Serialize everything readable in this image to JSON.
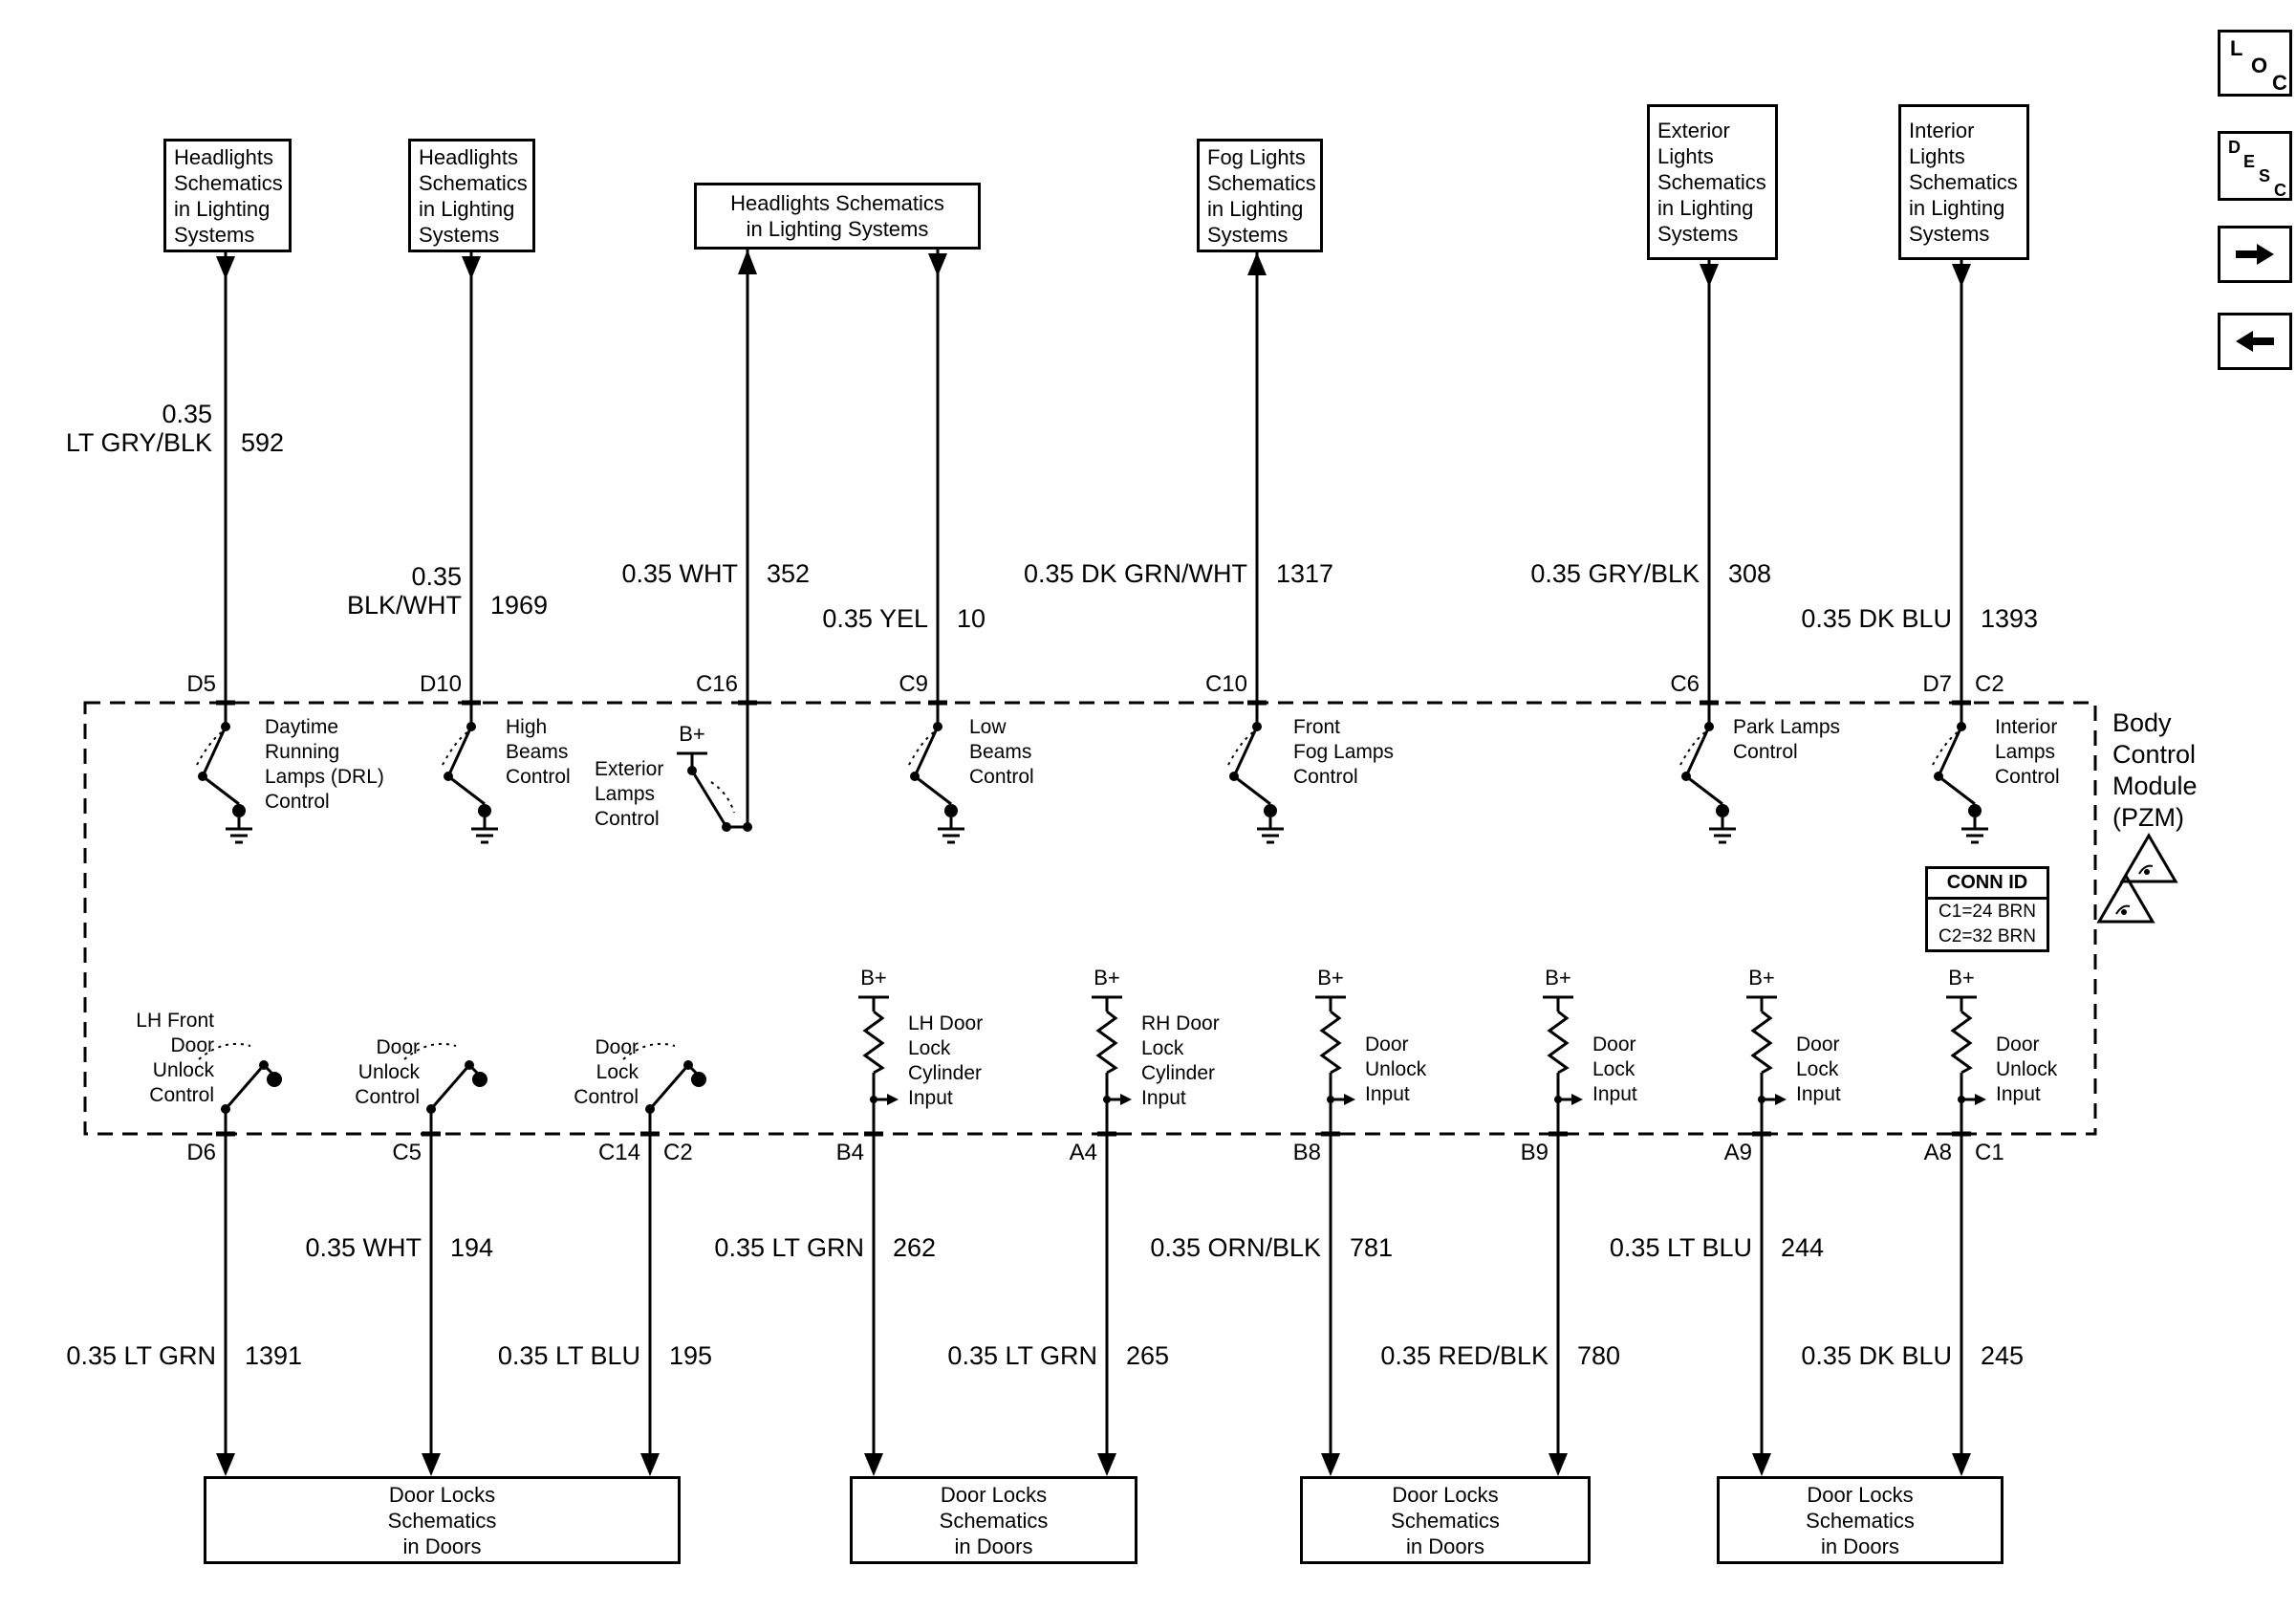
{
  "colors": {
    "line": "#000000",
    "background": "#ffffff"
  },
  "nav": {
    "loc_letters": [
      "L",
      "O",
      "C"
    ],
    "desc_letters": [
      "D",
      "E",
      "S",
      "C"
    ]
  },
  "module": {
    "name": "Body\nControl\nModule\n(PZM)",
    "conn_id_title": "CONN ID",
    "conn_id_line1": "C1=24 BRN",
    "conn_id_line2": "C2=32 BRN"
  },
  "top_boxes": [
    {
      "text": "Headlights\nSchematics\nin Lighting\nSystems"
    },
    {
      "text": "Headlights\nSchematics\nin Lighting\nSystems"
    },
    {
      "text": "Headlights Schematics\nin Lighting Systems"
    },
    {
      "text": "Fog Lights\nSchematics\nin Lighting\nSystems"
    },
    {
      "text": "Exterior\nLights\nSchematics\nin Lighting\nSystems"
    },
    {
      "text": "Interior\nLights\nSchematics\nin Lighting\nSystems"
    }
  ],
  "bottom_boxes": [
    {
      "text": "Door Locks\nSchematics\nin Doors"
    },
    {
      "text": "Door Locks\nSchematics\nin Doors"
    },
    {
      "text": "Door Locks\nSchematics\nin Doors"
    },
    {
      "text": "Door Locks\nSchematics\nin Doors"
    }
  ],
  "top_pins": {
    "d5": "D5",
    "d10": "D10",
    "c16": "C16",
    "c9": "C9",
    "c10": "C10",
    "c6": "C6",
    "d7": "D7",
    "c2": "C2"
  },
  "bottom_pins": {
    "d6": "D6",
    "c5": "C5",
    "c14": "C14",
    "c2": "C2",
    "b4": "B4",
    "a4": "A4",
    "b8": "B8",
    "b9": "B9",
    "a9": "A9",
    "a8": "A8",
    "c1": "C1"
  },
  "top_wires": [
    {
      "label": "0.35\nLT GRY/BLK",
      "circuit": "592"
    },
    {
      "label": "0.35\nBLK/WHT",
      "circuit": "1969"
    },
    {
      "label": "0.35 WHT",
      "circuit": "352"
    },
    {
      "label": "0.35 YEL",
      "circuit": "10"
    },
    {
      "label": "0.35 DK GRN/WHT",
      "circuit": "1317"
    },
    {
      "label": "0.35 GRY/BLK",
      "circuit": "308"
    },
    {
      "label": "0.35 DK BLU",
      "circuit": "1393"
    }
  ],
  "bottom_wires": [
    {
      "label": "0.35 LT GRN",
      "circuit": "1391"
    },
    {
      "label": "0.35 WHT",
      "circuit": "194"
    },
    {
      "label": "0.35 LT BLU",
      "circuit": "195"
    },
    {
      "label": "0.35 LT GRN",
      "circuit": "262"
    },
    {
      "label": "0.35 LT GRN",
      "circuit": "265"
    },
    {
      "label": "0.35 ORN/BLK",
      "circuit": "781"
    },
    {
      "label": "0.35 RED/BLK",
      "circuit": "780"
    },
    {
      "label": "0.35 LT BLU",
      "circuit": "244"
    },
    {
      "label": "0.35 DK BLU",
      "circuit": "245"
    }
  ],
  "controls": {
    "drl": "Daytime\nRunning\nLamps (DRL)\nControl",
    "high_beams": "High\nBeams\nControl",
    "exterior_lamps": "Exterior\nLamps\nControl",
    "low_beams": "Low\nBeams\nControl",
    "front_fog": "Front\nFog Lamps\nControl",
    "park_lamps": "Park Lamps\nControl",
    "interior_lamps": "Interior\nLamps\nControl",
    "lh_front_door_unlock": "LH Front\nDoor\nUnlock\nControl",
    "door_unlock": "Door\nUnlock\nControl",
    "door_lock": "Door\nLock\nControl"
  },
  "inputs": {
    "bplus": "B+",
    "lh_cylinder": "LH Door\nLock\nCylinder\nInput",
    "rh_cylinder": "RH Door\nLock\nCylinder\nInput",
    "door_unlock_1": "Door\nUnlock\nInput",
    "door_lock_1": "Door\nLock\nInput",
    "door_lock_2": "Door\nLock\nInput",
    "door_unlock_2": "Door\nUnlock\nInput"
  }
}
